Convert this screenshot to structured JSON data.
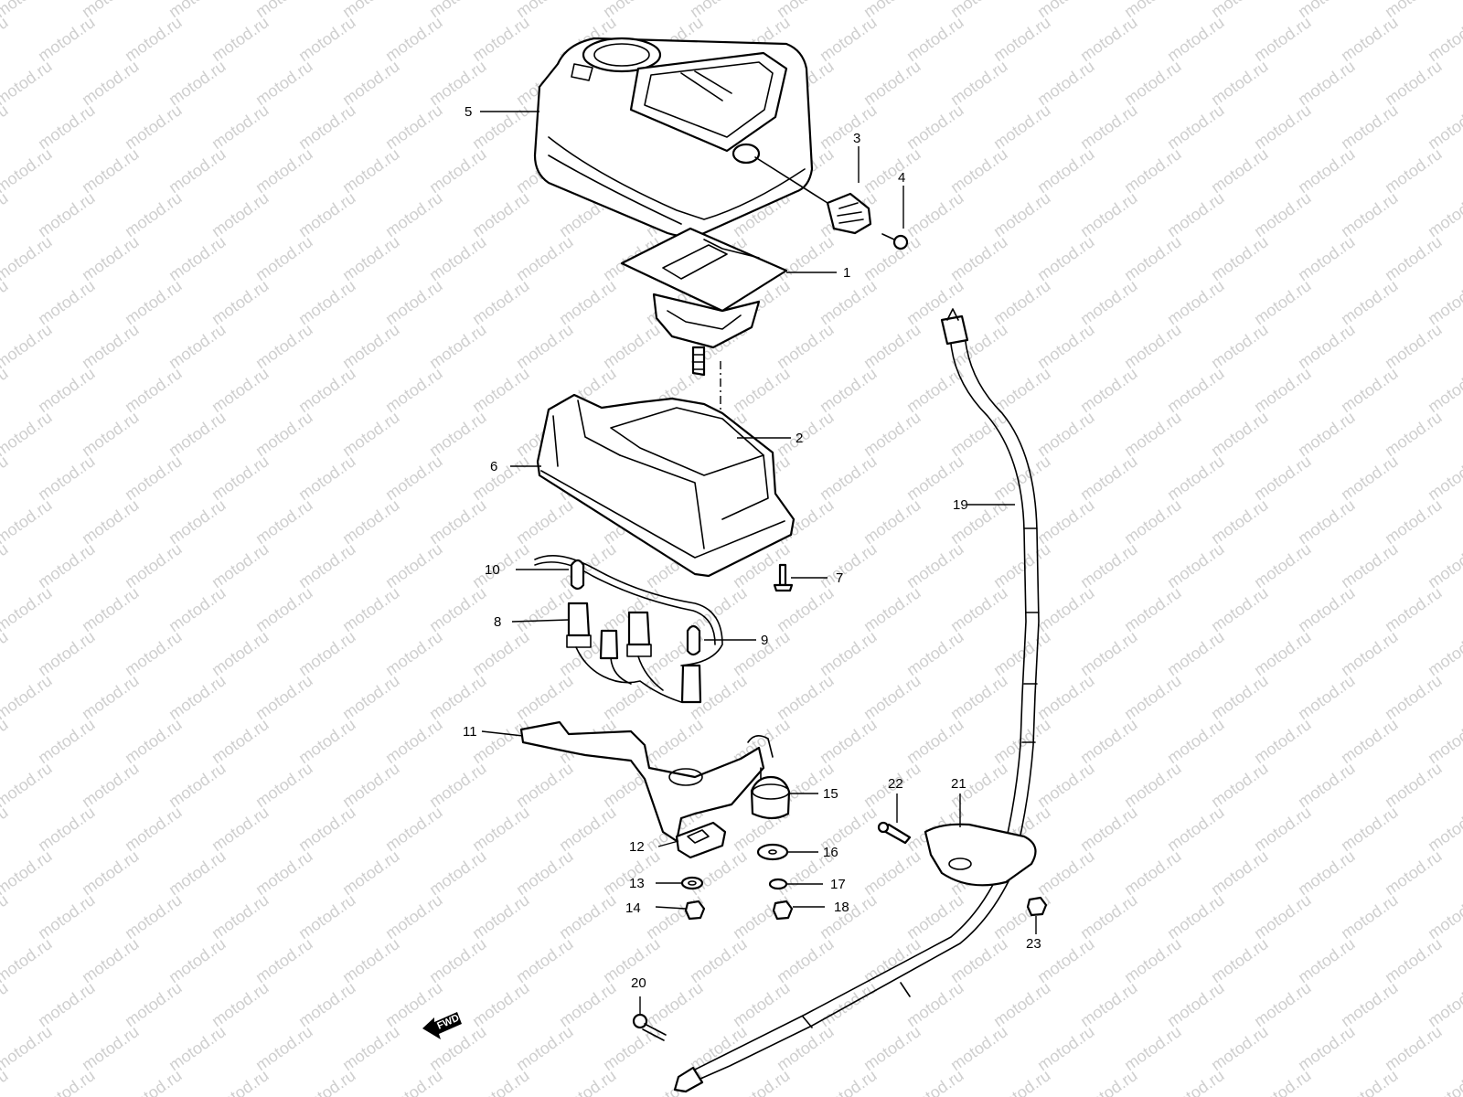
{
  "watermark": "motod.ru",
  "fwd_label": "FWD",
  "callouts": [
    {
      "id": "1",
      "label": "1"
    },
    {
      "id": "2",
      "label": "2"
    },
    {
      "id": "3",
      "label": "3"
    },
    {
      "id": "4",
      "label": "4"
    },
    {
      "id": "5",
      "label": "5"
    },
    {
      "id": "6",
      "label": "6"
    },
    {
      "id": "7",
      "label": "7"
    },
    {
      "id": "8",
      "label": "8"
    },
    {
      "id": "9",
      "label": "9"
    },
    {
      "id": "10",
      "label": "10"
    },
    {
      "id": "11",
      "label": "11"
    },
    {
      "id": "12",
      "label": "12"
    },
    {
      "id": "13",
      "label": "13"
    },
    {
      "id": "14",
      "label": "14"
    },
    {
      "id": "15",
      "label": "15"
    },
    {
      "id": "16",
      "label": "16"
    },
    {
      "id": "17",
      "label": "17"
    },
    {
      "id": "18",
      "label": "18"
    },
    {
      "id": "19",
      "label": "19"
    },
    {
      "id": "20",
      "label": "20"
    },
    {
      "id": "21",
      "label": "21"
    },
    {
      "id": "22",
      "label": "22"
    },
    {
      "id": "23",
      "label": "23"
    }
  ]
}
